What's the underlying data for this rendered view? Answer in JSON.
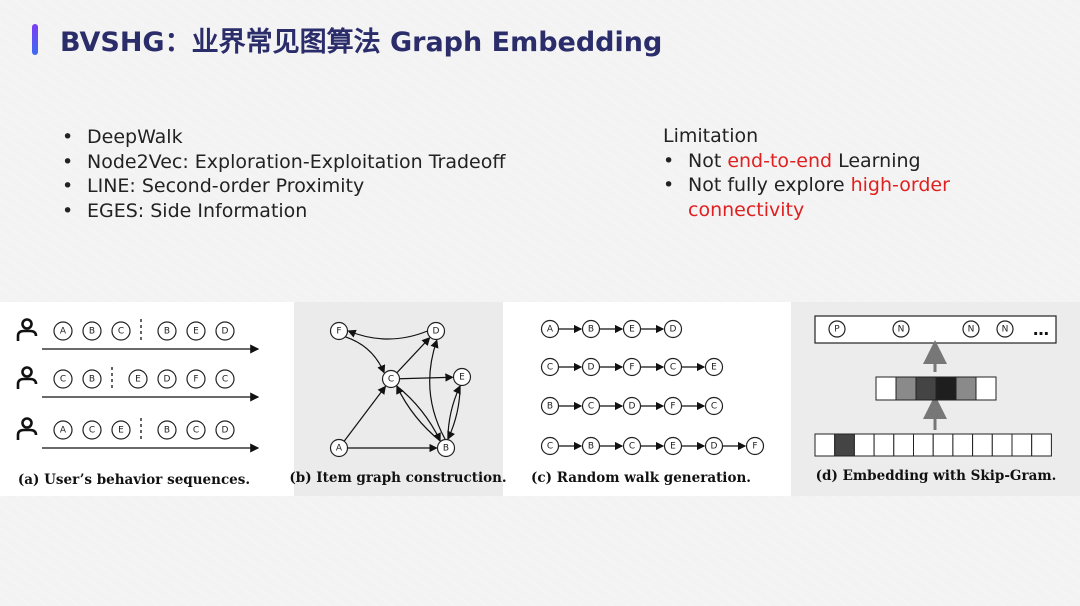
{
  "slide": {
    "title": "BVSHG：业界常见图算法 Graph Embedding",
    "accent_colors": {
      "title": "#2b2d6b",
      "highlight": "#e02020",
      "bar_top": "#7b3cf6",
      "bar_bottom": "#3c6cf0"
    }
  },
  "methods": [
    "DeepWalk",
    "Node2Vec: Exploration-Exploitation Tradeoff",
    "LINE: Second-order Proximity",
    "EGES: Side Information"
  ],
  "limitation": {
    "title": "Limitation",
    "item1": {
      "pre": "Not ",
      "highlight": "end-to-end",
      "post": " Learning"
    },
    "item2": {
      "pre": "Not fully explore ",
      "highlight1": "high-order",
      "highlight2": "connectivity"
    }
  },
  "figure": {
    "captions": {
      "a": "(a) User’s behavior sequences.",
      "b": "(b) Item graph construction.",
      "c": "(c) Random walk generation.",
      "d": "(d) Embedding with Skip-Gram."
    },
    "user_sequences": [
      {
        "before": [
          "A",
          "B",
          "C"
        ],
        "after": [
          "B",
          "E",
          "D"
        ]
      },
      {
        "before": [
          "C",
          "B"
        ],
        "after": [
          "E",
          "D",
          "F",
          "C"
        ]
      },
      {
        "before": [
          "A",
          "C",
          "E"
        ],
        "after": [
          "B",
          "C",
          "D"
        ]
      }
    ],
    "graph_nodes": [
      "F",
      "D",
      "C",
      "E",
      "A",
      "B"
    ],
    "graph_edges": [
      [
        "D",
        "F"
      ],
      [
        "F",
        "C"
      ],
      [
        "C",
        "D"
      ],
      [
        "A",
        "C"
      ],
      [
        "A",
        "B"
      ],
      [
        "C",
        "E"
      ],
      [
        "C",
        "B"
      ],
      [
        "B",
        "C"
      ],
      [
        "E",
        "B"
      ],
      [
        "B",
        "E"
      ],
      [
        "B",
        "D"
      ]
    ],
    "random_walks": [
      [
        "A",
        "B",
        "E",
        "D"
      ],
      [
        "C",
        "D",
        "F",
        "C",
        "E"
      ],
      [
        "B",
        "C",
        "D",
        "F",
        "C"
      ],
      [
        "C",
        "B",
        "C",
        "E",
        "D",
        "F"
      ]
    ],
    "skipgram_context": [
      "P",
      "N",
      "N",
      "N"
    ],
    "skipgram_ellipsis": "…"
  }
}
